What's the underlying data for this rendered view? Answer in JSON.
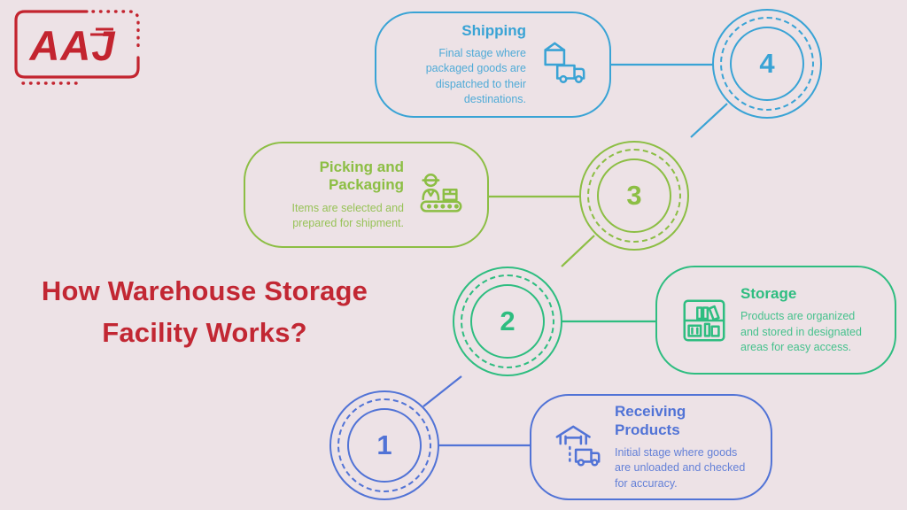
{
  "logo": {
    "text": "AAJ",
    "color": "#c3242f"
  },
  "title": {
    "line1": "How Warehouse Storage",
    "line2": "Facility Works?",
    "color": "#c22733"
  },
  "colors": {
    "background": "#ede2e6",
    "step1": "#5173d6",
    "step2": "#2ebd80",
    "step3": "#8cbe44",
    "step4": "#39a3d5"
  },
  "steps": [
    {
      "number": "1",
      "title": "Receiving Products",
      "description": "Initial stage where goods are unloaded and checked for accuracy.",
      "icon": "warehouse-truck-icon",
      "color": "#5173d6"
    },
    {
      "number": "2",
      "title": "Storage",
      "description": "Products are organized and stored in designated areas for easy access.",
      "icon": "shelf-books-icon",
      "color": "#2ebd80"
    },
    {
      "number": "3",
      "title": "Picking and Packaging",
      "description": "Items are selected and prepared for shipment.",
      "icon": "worker-conveyor-icon",
      "color": "#8cbe44"
    },
    {
      "number": "4",
      "title": "Shipping",
      "description": "Final stage where packaged goods are dispatched to their destinations.",
      "icon": "package-truck-icon",
      "color": "#39a3d5"
    }
  ]
}
